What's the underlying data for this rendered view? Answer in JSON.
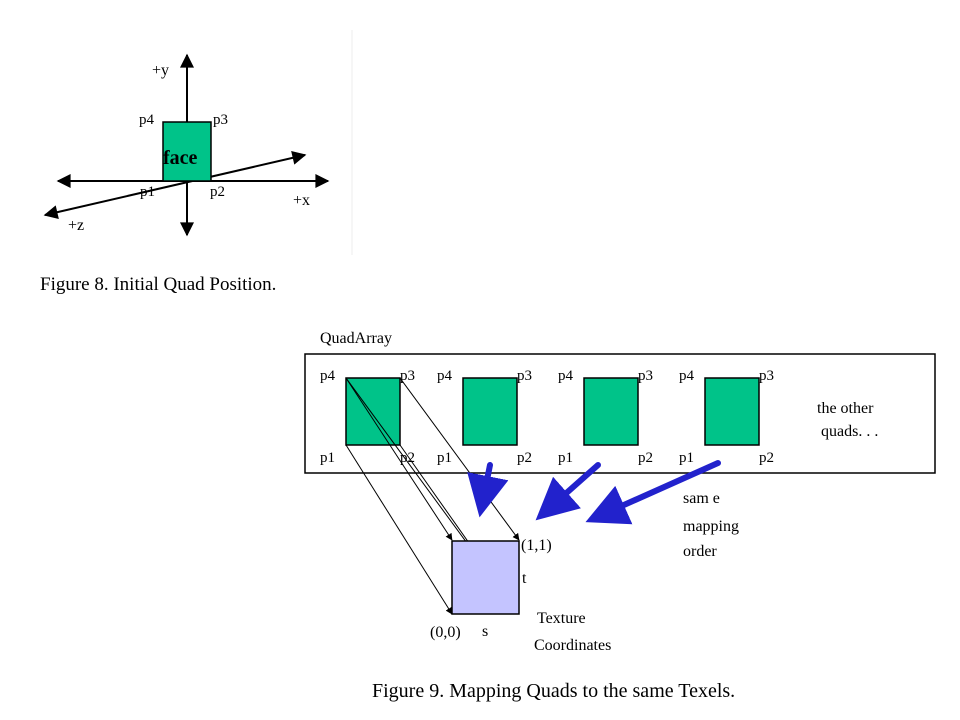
{
  "colors": {
    "face_fill": "#00c389",
    "texture_fill": "#c4c4ff",
    "mapping_arrow": "#2222cc"
  },
  "figure8": {
    "axis_y": "+y",
    "axis_x": "+x",
    "axis_z": "+z",
    "p1": "p1",
    "p2": "p2",
    "p3": "p3",
    "p4": "p4",
    "face_label": "face",
    "caption": "Figure 8. Initial Quad Position."
  },
  "figure9": {
    "array_title": "QuadArray",
    "quads": [
      {
        "p1": "p1",
        "p2": "p2",
        "p3": "p3",
        "p4": "p4"
      },
      {
        "p1": "p1",
        "p2": "p2",
        "p3": "p3",
        "p4": "p4"
      },
      {
        "p1": "p1",
        "p2": "p2",
        "p3": "p3",
        "p4": "p4"
      },
      {
        "p1": "p1",
        "p2": "p2",
        "p3": "p3",
        "p4": "p4"
      }
    ],
    "other_quads_line1": "the other",
    "other_quads_line2": "quads. . .",
    "mapping_note_line1": "sam e",
    "mapping_note_line2": "mapping",
    "mapping_note_line3": "order",
    "coord_top_right": "(1,1)",
    "coord_bottom_left": "(0,0)",
    "s_label": "s",
    "t_label": "t",
    "texture_label_line1": "Texture",
    "texture_label_line2": "Coordinates",
    "caption": "Figure 9. Mapping Quads to the same Texels."
  }
}
